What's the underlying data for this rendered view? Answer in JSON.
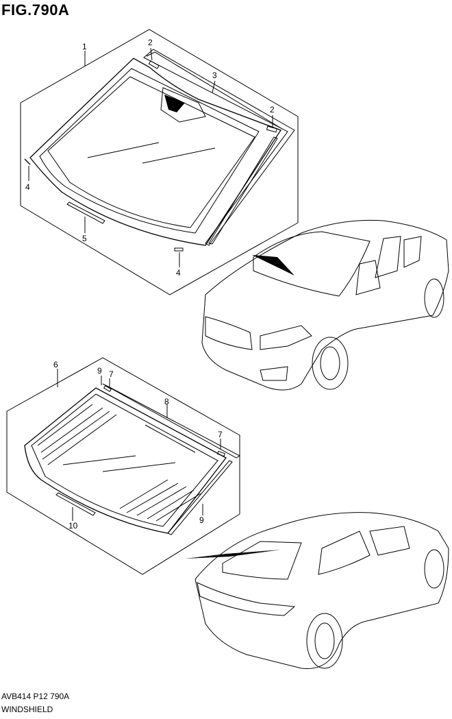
{
  "header": {
    "title": "FIG.790A"
  },
  "footer": {
    "code": "AVB414 P12 790A",
    "name": "WINDSHIELD"
  },
  "callouts": {
    "c1": "1",
    "c2a": "2",
    "c2b": "2",
    "c3": "3",
    "c4a": "4",
    "c4b": "4",
    "c5": "5",
    "c6": "6",
    "c7a": "7",
    "c7b": "7",
    "c8": "8",
    "c9a": "9",
    "c9b": "9",
    "c10": "10"
  }
}
